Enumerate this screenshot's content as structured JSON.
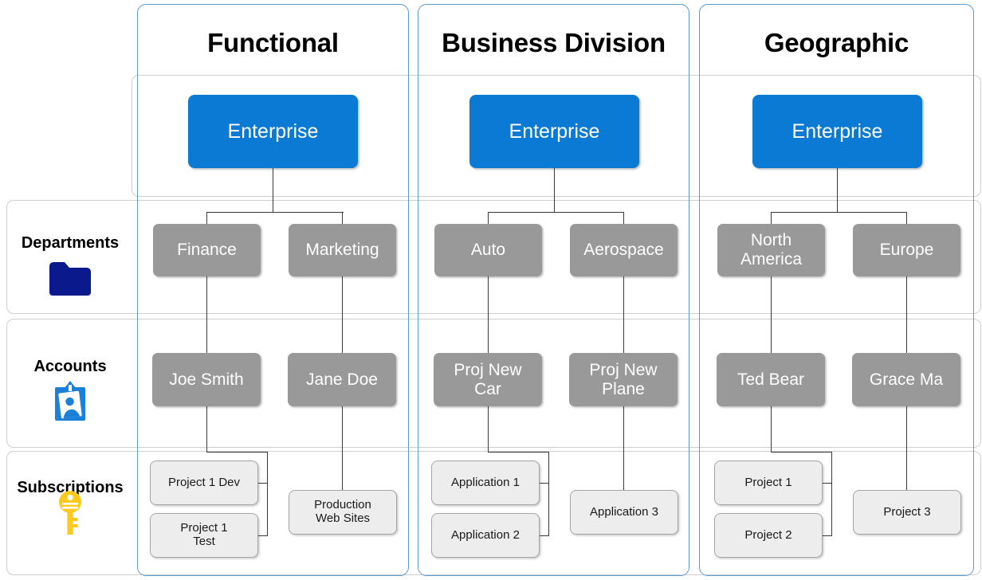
{
  "diagram": {
    "title_row_labels": [
      "Departments",
      "Accounts",
      "Subscriptions"
    ],
    "colors": {
      "enterprise_blue": "#0B7AD4",
      "node_grey": "#999999",
      "subscription_grey": "#EDEDED",
      "column_border_blue": "#5B9BD5",
      "row_border_grey": "#CFCFCF",
      "folder_icon_navy": "#0A1A8C",
      "account_icon_blue": "#1B81D8",
      "key_icon_yellow": "#FFC91E",
      "connector_line": "#3A3A3A"
    }
  },
  "rows": {
    "departments": {
      "label": "Departments",
      "icon": "folder-icon"
    },
    "accounts": {
      "label": "Accounts",
      "icon": "account-badge-icon"
    },
    "subscriptions": {
      "label": "Subscriptions",
      "icon": "key-icon"
    }
  },
  "columns": [
    {
      "title": "Functional",
      "enterprise": "Enterprise",
      "departments": [
        "Finance",
        "Marketing"
      ],
      "accounts": [
        "Joe Smith",
        "Jane Doe"
      ],
      "subscriptions_left": [
        "Project 1 Dev",
        "Project 1\nTest"
      ],
      "subscriptions_right": [
        "Production\nWeb Sites"
      ]
    },
    {
      "title": "Business Division",
      "enterprise": "Enterprise",
      "departments": [
        "Auto",
        "Aerospace"
      ],
      "accounts": [
        "Proj New\nCar",
        "Proj New\nPlane"
      ],
      "subscriptions_left": [
        "Application 1",
        "Application 2"
      ],
      "subscriptions_right": [
        "Application 3"
      ]
    },
    {
      "title": "Geographic",
      "enterprise": "Enterprise",
      "departments": [
        "North\nAmerica",
        "Europe"
      ],
      "accounts": [
        "Ted Bear",
        "Grace Ma"
      ],
      "subscriptions_left": [
        "Project 1",
        "Project 2"
      ],
      "subscriptions_right": [
        "Project 3"
      ]
    }
  ],
  "nodes": {
    "c0": {
      "enterprise": "Enterprise",
      "dept_l": "Finance",
      "dept_r": "Marketing",
      "acct_l": "Joe Smith",
      "acct_r": "Jane Doe",
      "sub_l1": "Project 1 Dev",
      "sub_l2": "Project 1\nTest",
      "sub_r1": "Production\nWeb Sites"
    },
    "c1": {
      "enterprise": "Enterprise",
      "dept_l": "Auto",
      "dept_r": "Aerospace",
      "acct_l": "Proj New\nCar",
      "acct_r": "Proj New\nPlane",
      "sub_l1": "Application 1",
      "sub_l2": "Application 2",
      "sub_r1": "Application 3"
    },
    "c2": {
      "enterprise": "Enterprise",
      "dept_l": "North\nAmerica",
      "dept_r": "Europe",
      "acct_l": "Ted Bear",
      "acct_r": "Grace Ma",
      "sub_l1": "Project 1",
      "sub_l2": "Project 2",
      "sub_r1": "Project 3"
    }
  }
}
